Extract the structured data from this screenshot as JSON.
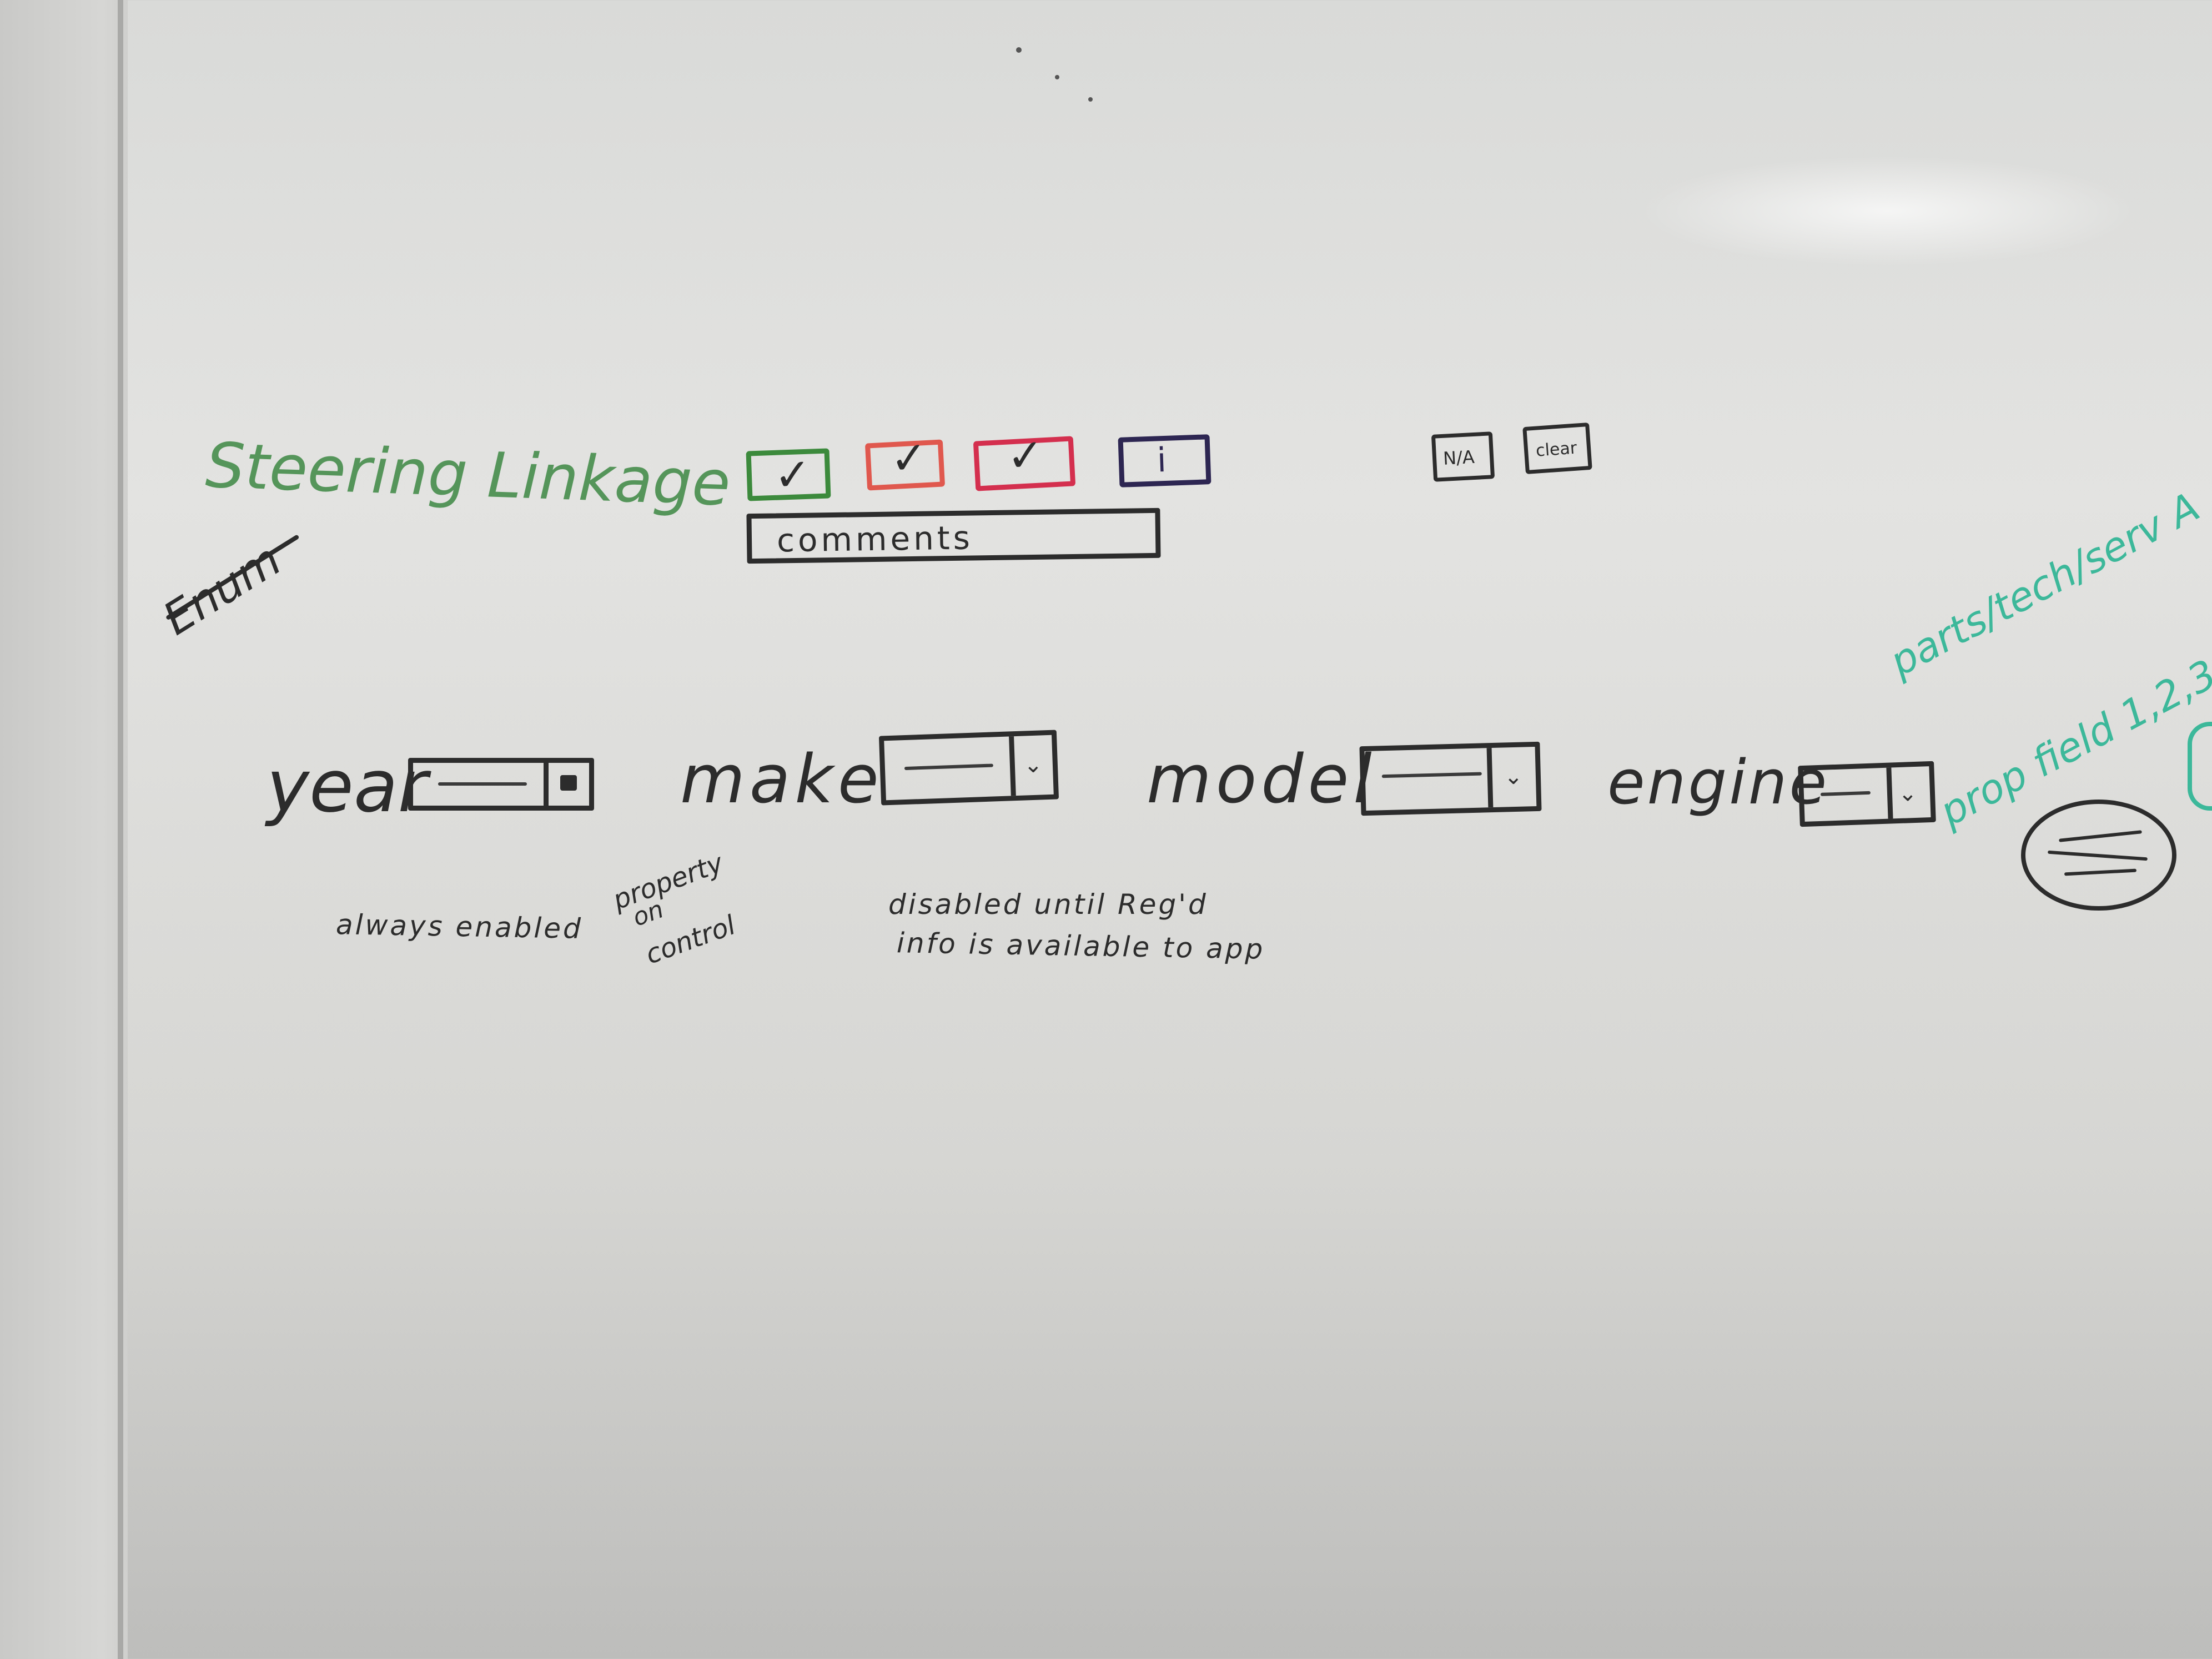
{
  "board": {
    "heading": "Steering Linkage",
    "status_buttons": [
      {
        "glyph": "✓",
        "color": "#3c8a3c"
      },
      {
        "glyph": "✓",
        "color": "#e0584e"
      },
      {
        "glyph": "✓",
        "color": "#d42f4e"
      },
      {
        "glyph": "i",
        "color": "#2d2652"
      }
    ],
    "na_label": "N/A",
    "clear_label": "clear",
    "comments_label": "comments",
    "enum_label": "Enum",
    "fields": [
      {
        "label": "year"
      },
      {
        "label": "make"
      },
      {
        "label": "model"
      },
      {
        "label": "engine"
      }
    ],
    "note_always": "always enabled",
    "note_property": [
      "property",
      "on",
      "control"
    ],
    "note_disabled": [
      "disabled until Reg'd",
      "info is available to app"
    ],
    "side_note": [
      "parts/tech/serv A",
      "prop field 1,2,3"
    ],
    "colors": {
      "marker_black": "#2c2c2c",
      "marker_green": "#55955a",
      "marker_teal": "#3cb89a"
    }
  }
}
